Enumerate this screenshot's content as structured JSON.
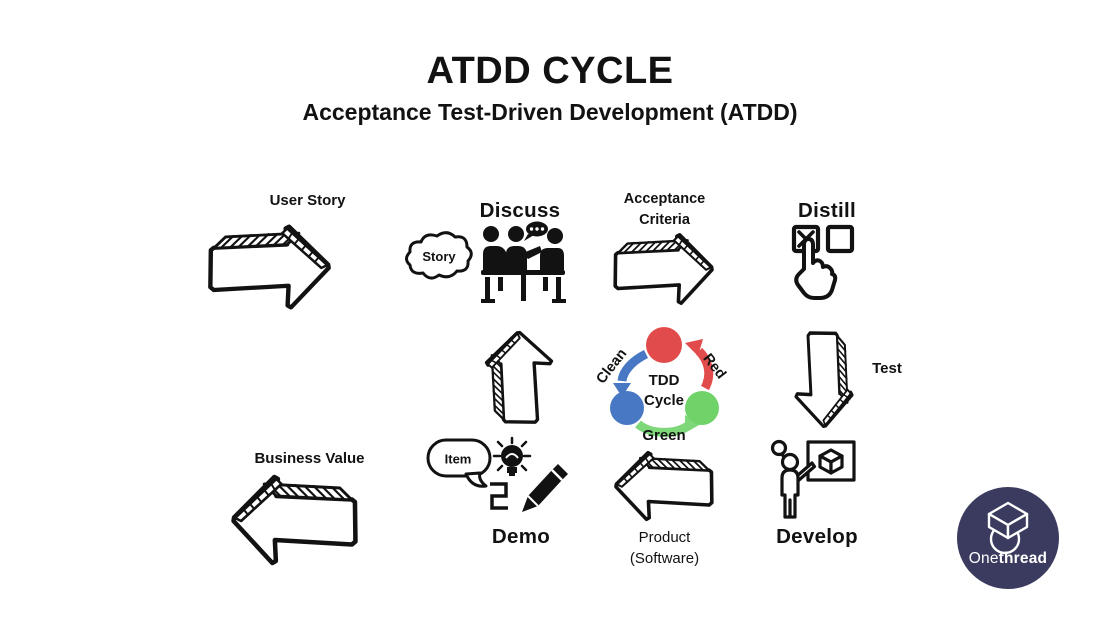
{
  "header": {
    "title": "ATDD CYCLE",
    "subtitle": "Acceptance Test-Driven Development (ATDD)"
  },
  "nodes": {
    "user_story": {
      "label": "User Story"
    },
    "discuss": {
      "label": "Discuss",
      "cloud_text": "Story"
    },
    "acceptance_criteria": {
      "line1": "Acceptance",
      "line2": "Criteria"
    },
    "distill": {
      "label": "Distill"
    },
    "test": {
      "label": "Test"
    },
    "business_value": {
      "label": "Business Value"
    },
    "demo": {
      "label": "Demo",
      "bubble_text": "Item"
    },
    "product": {
      "line1": "Product",
      "line2": "(Software)"
    },
    "develop": {
      "label": "Develop"
    }
  },
  "tdd": {
    "center_line1": "TDD",
    "center_line2": "Cycle",
    "label_left": "Clean",
    "label_right": "Red",
    "label_bottom": "Green",
    "colors": {
      "red": "#e14b4b",
      "blue": "#4878c4",
      "green": "#6fd369",
      "green_arrow": "#7ed87a"
    }
  },
  "logo": {
    "text_regular": "One",
    "text_bold": "thread",
    "bg_color": "#3a3b5e"
  }
}
